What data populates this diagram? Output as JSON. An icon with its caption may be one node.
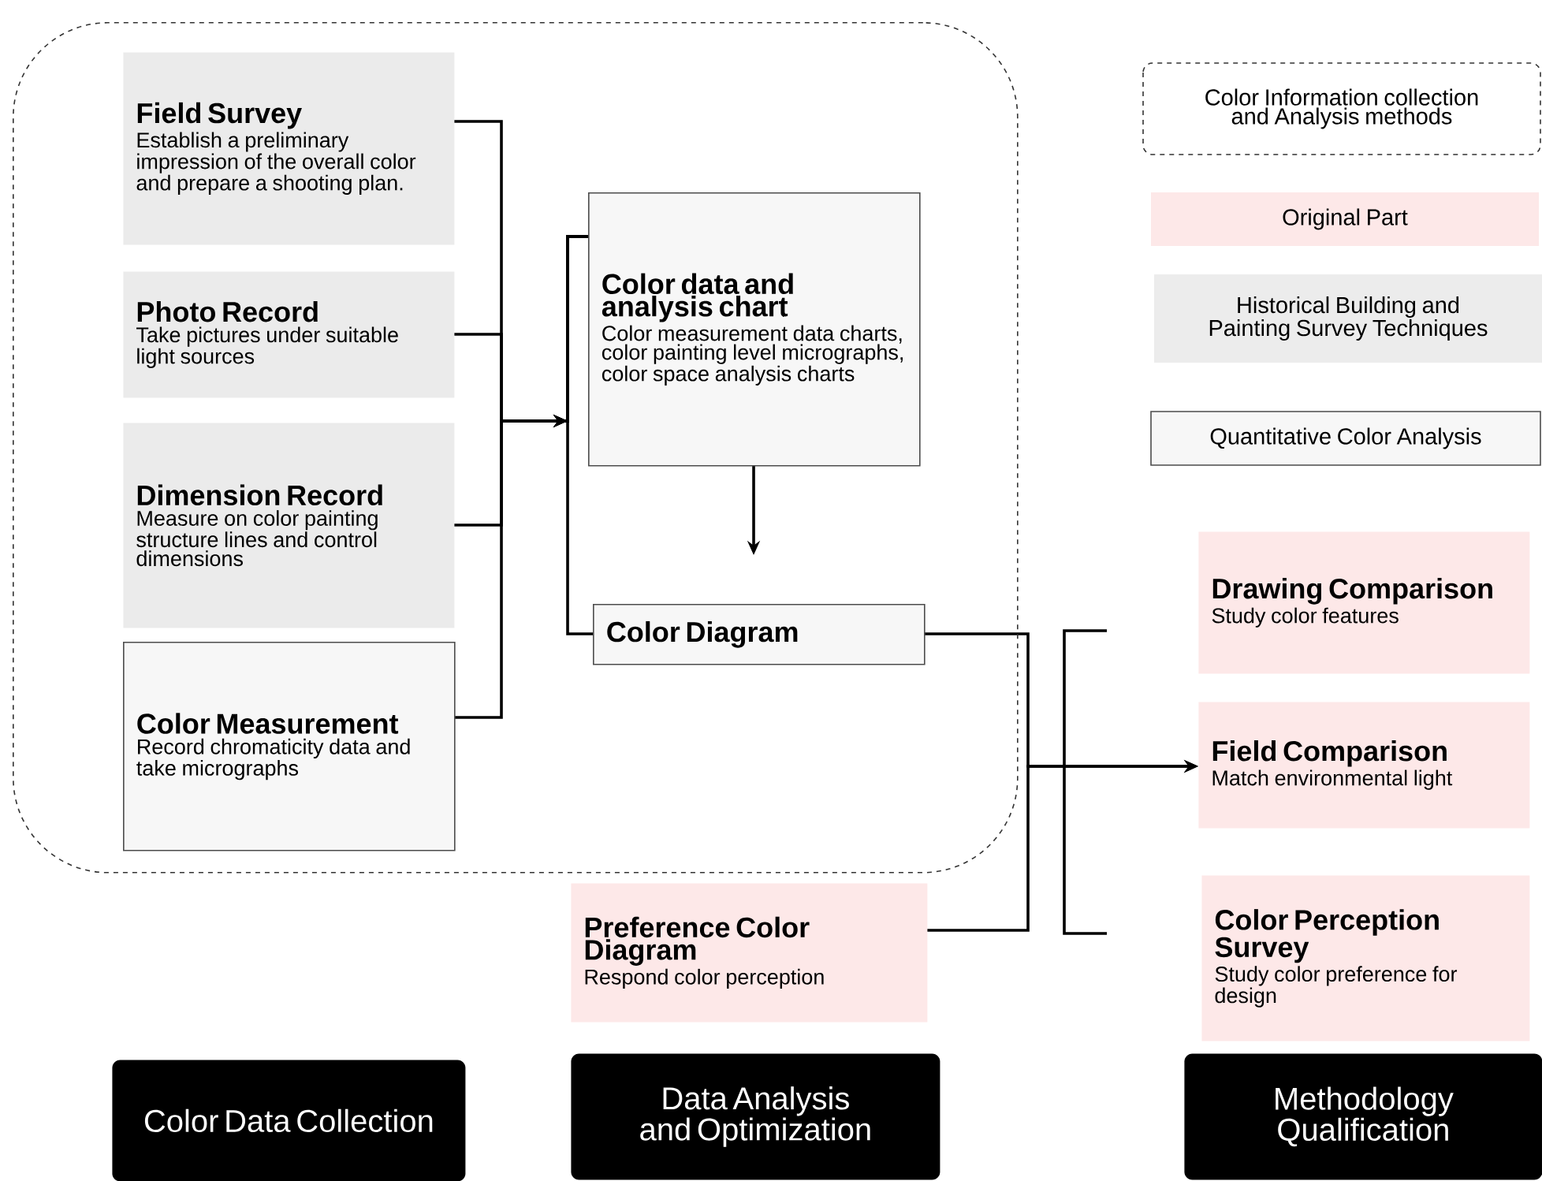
{
  "diagram": {
    "nodes": [
      {
        "text": [],
        "shape": "box"
      },
      {
        "text": [
          "Field Survey",
          "Establish a preliminary impression of the overall color and prepare a shooting plan."
        ],
        "in": 0
      },
      {
        "text": [
          "Photo Record",
          "Take pictures under suitable light sources"
        ],
        "in": 0
      },
      {
        "text": [
          "Dimension Record",
          "Measure on color painting structure lines and control dimensions"
        ],
        "in": 0
      },
      {
        "text": [
          "Color Measurement",
          "Record chromaticity data and take micrographs"
        ],
        "in": 0
      },
      {
        "text": [
          "Color data and analysis chart",
          "Color measurement data charts, color painting level micrographs, color space analysis charts"
        ],
        "in": 0
      },
      {
        "text": [
          "Color Diagram"
        ],
        "in": 0
      },
      {
        "text": [
          "Preference Color Diagram",
          "Respond color perception"
        ]
      },
      {
        "text": [
          "Drawing Comparison",
          "Study color features"
        ]
      },
      {
        "text": [
          "Field Comparison",
          "Match environmental light"
        ]
      },
      {
        "text": [
          "Color Perception Survey",
          "Study color preference for design"
        ]
      },
      {
        "text": [
          "Color Data Collection"
        ]
      },
      {
        "text": [
          "Data Analysis and Optimization"
        ]
      },
      {
        "text": [
          "Methodology Qualification"
        ]
      }
    ],
    "edges": [
      {
        "from": 1,
        "to": 5,
        "arrow": "to"
      },
      {
        "from": 2,
        "to": 5,
        "arrow": "to"
      },
      {
        "from": 3,
        "to": 5,
        "arrow": "to"
      },
      {
        "from": 4,
        "to": 5,
        "arrow": "to"
      },
      {
        "from": 5,
        "to": 6,
        "arrow": "to"
      },
      {
        "from": 5,
        "to": 6,
        "arrow": "none"
      },
      {
        "from": 6,
        "to": 9,
        "arrow": "to"
      },
      {
        "from": 7,
        "to": 9,
        "arrow": "to"
      }
    ],
    "legend": [
      {
        "text": "Color Information collection and Analysis methods"
      },
      {
        "text": "Original Part",
        "color": "#fde8e8"
      },
      {
        "text": "Historical Building and Painting Survey Techniques",
        "color": "#ececec"
      },
      {
        "text": "Quantitative Color Analysis"
      }
    ]
  }
}
